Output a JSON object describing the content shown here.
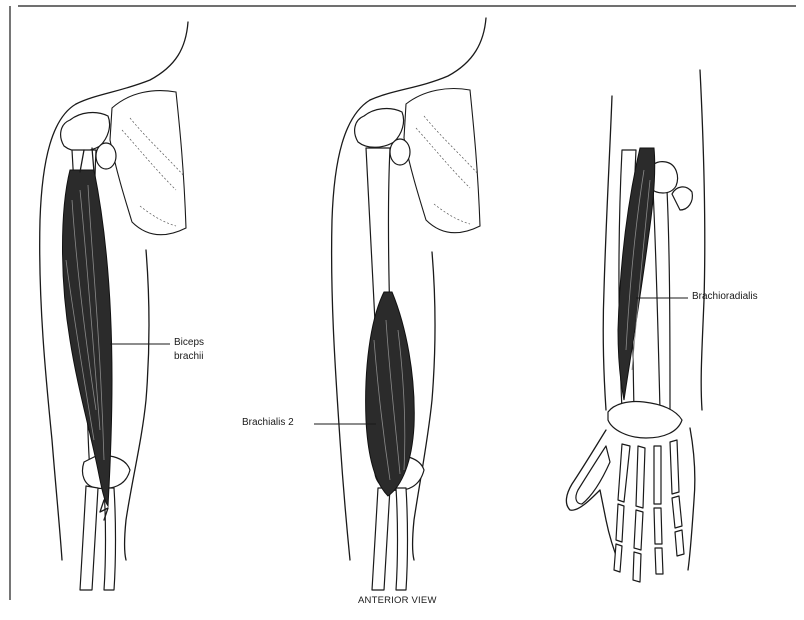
{
  "labels": {
    "biceps_line1": "Biceps",
    "biceps_line2": "brachii",
    "brachialis": "Brachialis 2",
    "brachioradialis": "Brachioradialis"
  },
  "caption": "ANTERIOR VIEW"
}
